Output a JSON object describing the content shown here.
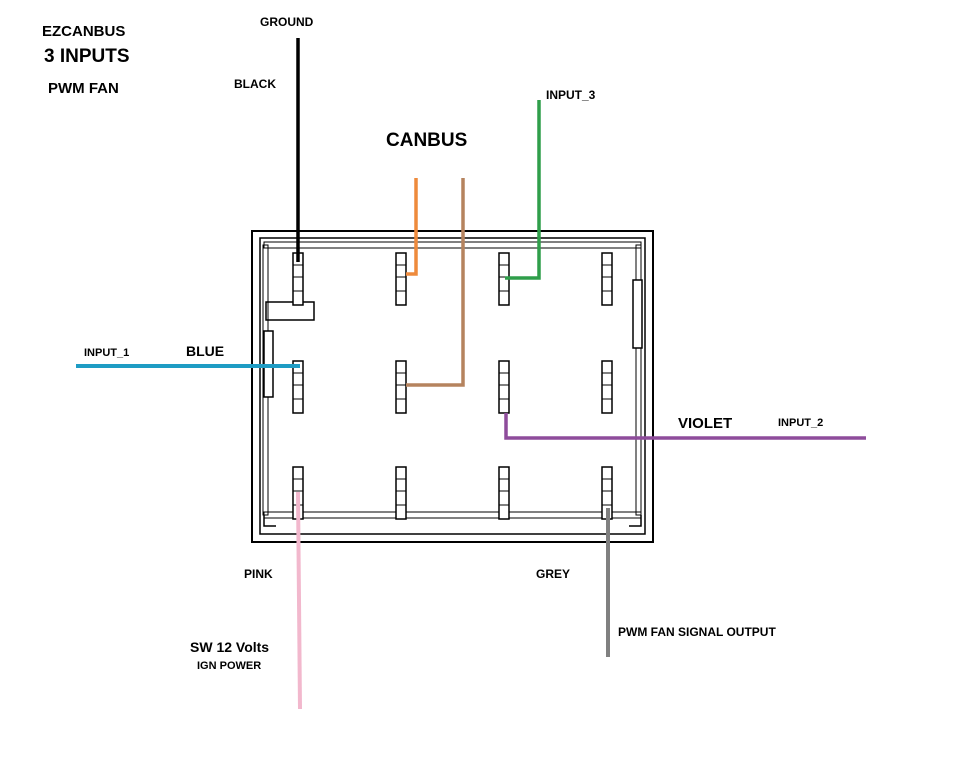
{
  "header": {
    "title": "EZCANBUS",
    "subtitle": "3 INPUTS",
    "mode": "PWM FAN"
  },
  "connector_label": "CANBUS",
  "wires": {
    "ground": {
      "function": "GROUND",
      "color_name": "BLACK",
      "color": "#000000"
    },
    "canbus_a": {
      "color": "#ee8a3c"
    },
    "canbus_b": {
      "color": "#b5835e"
    },
    "input_1": {
      "function": "INPUT_1",
      "color_name": "BLUE",
      "color": "#1e9cc4"
    },
    "input_2": {
      "function": "INPUT_2",
      "color_name": "VIOLET",
      "color": "#8e4c9b"
    },
    "input_3": {
      "function": "INPUT_3",
      "color": "#2f9e4a"
    },
    "power": {
      "function": "SW 12 Volts",
      "sub_function": "IGN POWER",
      "color_name": "PINK",
      "color": "#f2b8cd"
    },
    "pwm_out": {
      "function": "PWM FAN SIGNAL OUTPUT",
      "color_name": "GREY",
      "color": "#808080"
    }
  }
}
